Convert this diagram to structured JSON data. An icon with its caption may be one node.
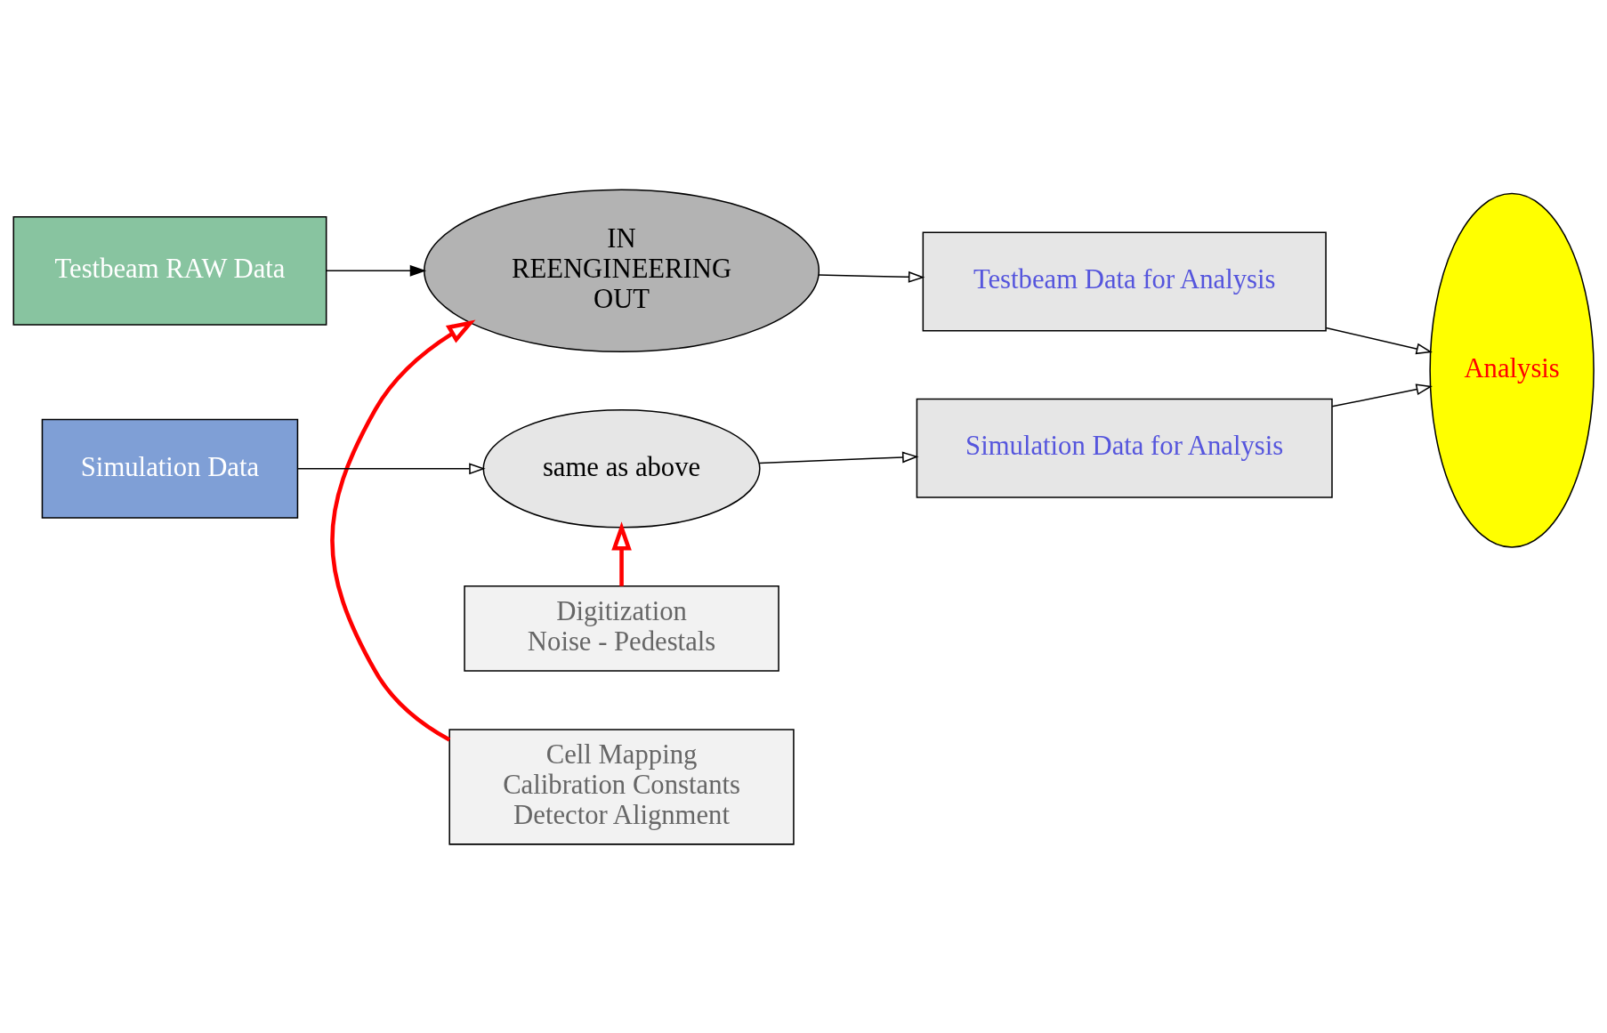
{
  "diagram": {
    "nodes": [
      {
        "text": [
          "Testbeam RAW Data"
        ]
      },
      {
        "text": [
          "IN",
          "REENGINEERING",
          "OUT"
        ]
      },
      {
        "text": [
          "Cell Mapping",
          "Calibration Constants",
          "Detector Alignment"
        ]
      },
      {
        "text": [
          "Testbeam Data for Analysis"
        ]
      },
      {
        "text": [
          "Simulation Data"
        ]
      },
      {
        "text": [
          "same as above"
        ]
      },
      {
        "text": [
          "Digitization",
          "Noise - Pedestals"
        ]
      },
      {
        "text": [
          "Simulation Data for Analysis"
        ]
      },
      {
        "text": [
          "Analysis"
        ]
      }
    ],
    "edges": [
      {
        "from": 0,
        "to": 1,
        "arrow": "to"
      },
      {
        "from": 2,
        "to": 1,
        "arrow": "to",
        "style": "thick",
        "color": "#ff0000"
      },
      {
        "from": 1,
        "to": 3,
        "arrow": "to"
      },
      {
        "from": 4,
        "to": 5,
        "arrow": "to"
      },
      {
        "from": 6,
        "to": 5,
        "arrow": "to",
        "style": "thick",
        "color": "#ff0000"
      },
      {
        "from": 5,
        "to": 7,
        "arrow": "to"
      },
      {
        "from": 3,
        "to": 8,
        "arrow": "to"
      },
      {
        "from": 7,
        "to": 8,
        "arrow": "to"
      }
    ]
  }
}
